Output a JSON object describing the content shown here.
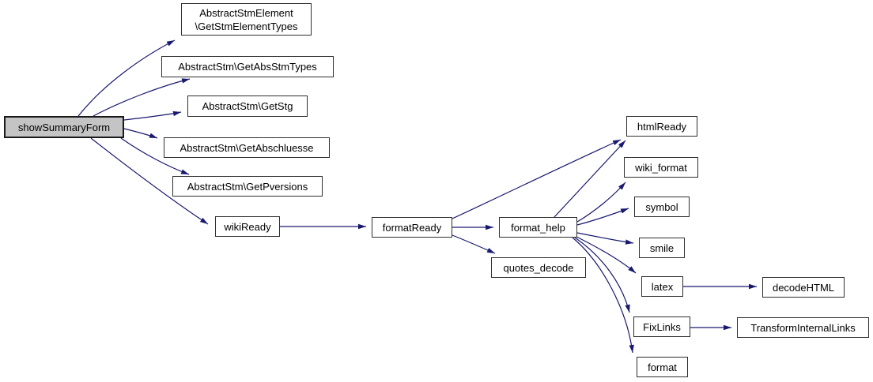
{
  "diagram": {
    "type": "call-graph",
    "root": "showSummaryForm",
    "colors": {
      "edge": "#191970",
      "node_border": "#2e2e2e",
      "node_fill": "#ffffff",
      "root_fill": "#c4c4c4",
      "text": "#000000"
    },
    "nodes": [
      {
        "id": "showSummaryForm",
        "label": "showSummaryForm"
      },
      {
        "id": "AbstractStmElement\\GetStmElementTypes",
        "label": "AbstractStmElement\n\\GetStmElementTypes"
      },
      {
        "id": "AbstractStm\\GetAbsStmTypes",
        "label": "AbstractStm\\GetAbsStmTypes"
      },
      {
        "id": "AbstractStm\\GetStg",
        "label": "AbstractStm\\GetStg"
      },
      {
        "id": "AbstractStm\\GetAbschluesse",
        "label": "AbstractStm\\GetAbschluesse"
      },
      {
        "id": "AbstractStm\\GetPversions",
        "label": "AbstractStm\\GetPversions"
      },
      {
        "id": "wikiReady",
        "label": "wikiReady"
      },
      {
        "id": "formatReady",
        "label": "formatReady"
      },
      {
        "id": "htmlReady",
        "label": "htmlReady"
      },
      {
        "id": "wiki_format",
        "label": "wiki_format"
      },
      {
        "id": "symbol",
        "label": "symbol"
      },
      {
        "id": "format_help",
        "label": "format_help"
      },
      {
        "id": "smile",
        "label": "smile"
      },
      {
        "id": "quotes_decode",
        "label": "quotes_decode"
      },
      {
        "id": "latex",
        "label": "latex"
      },
      {
        "id": "decodeHTML",
        "label": "decodeHTML"
      },
      {
        "id": "FixLinks",
        "label": "FixLinks"
      },
      {
        "id": "TransformInternalLinks",
        "label": "TransformInternalLinks"
      },
      {
        "id": "format",
        "label": "format"
      }
    ],
    "edges": [
      [
        "showSummaryForm",
        "AbstractStmElement\\GetStmElementTypes"
      ],
      [
        "showSummaryForm",
        "AbstractStm\\GetAbsStmTypes"
      ],
      [
        "showSummaryForm",
        "AbstractStm\\GetStg"
      ],
      [
        "showSummaryForm",
        "AbstractStm\\GetAbschluesse"
      ],
      [
        "showSummaryForm",
        "AbstractStm\\GetPversions"
      ],
      [
        "showSummaryForm",
        "wikiReady"
      ],
      [
        "wikiReady",
        "formatReady"
      ],
      [
        "formatReady",
        "htmlReady"
      ],
      [
        "formatReady",
        "format_help"
      ],
      [
        "formatReady",
        "quotes_decode"
      ],
      [
        "format_help",
        "htmlReady"
      ],
      [
        "format_help",
        "wiki_format"
      ],
      [
        "format_help",
        "symbol"
      ],
      [
        "format_help",
        "smile"
      ],
      [
        "format_help",
        "latex"
      ],
      [
        "format_help",
        "FixLinks"
      ],
      [
        "format_help",
        "format"
      ],
      [
        "latex",
        "decodeHTML"
      ],
      [
        "FixLinks",
        "TransformInternalLinks"
      ]
    ]
  }
}
